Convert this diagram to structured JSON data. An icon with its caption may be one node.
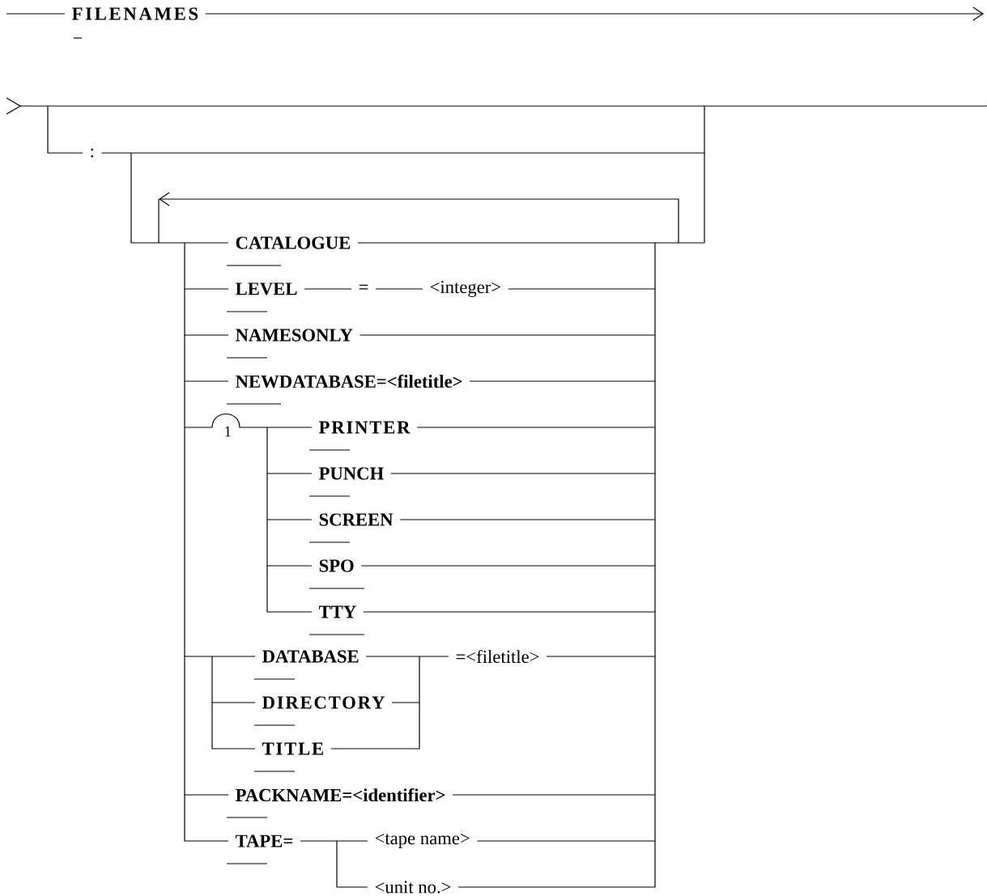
{
  "diagram": {
    "labels": [
      "FILENAMES",
      ":",
      "CATALOGUE",
      "LEVEL",
      "=",
      "<integer>",
      "NAMESONLY",
      "NEWDATABASE=<filetitle>",
      "1",
      "PRINTER",
      "PUNCH",
      "SCREEN",
      "SPO",
      "TTY",
      "DATABASE",
      "DIRECTORY",
      "TITLE",
      "=<filetitle>",
      "PACKNAME=<identifier>",
      "TAPE=",
      "<tape name>",
      "<unit no.>"
    ]
  }
}
